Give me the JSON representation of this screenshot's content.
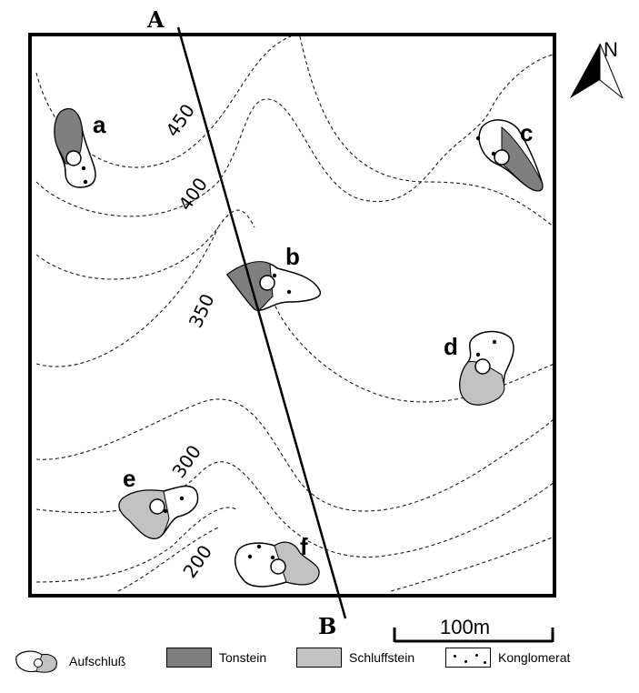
{
  "profile_line": {
    "start_label": "A",
    "end_label": "B"
  },
  "north_arrow": {
    "label": "N"
  },
  "contours": {
    "labels": [
      "450",
      "400",
      "350",
      "300",
      "200"
    ]
  },
  "outcrops": [
    "a",
    "b",
    "c",
    "d",
    "e",
    "f"
  ],
  "scale_bar": {
    "label": "100m"
  },
  "legend": {
    "items": [
      {
        "key": "outcrop",
        "label": "Aufschluß"
      },
      {
        "key": "tonstein",
        "label": "Tonstein",
        "color": "#7f7f7f"
      },
      {
        "key": "schluffstein",
        "label": "Schluffstein",
        "color": "#c2c2c2"
      },
      {
        "key": "konglomerat",
        "label": "Konglomerat",
        "color": "#ffffff"
      }
    ]
  },
  "colors": {
    "tonstein": "#7f7f7f",
    "schluffstein": "#c2c2c2",
    "frame": "#000000"
  }
}
